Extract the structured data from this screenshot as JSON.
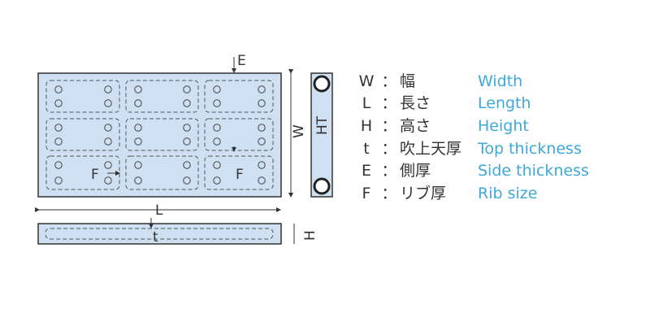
{
  "diagram": {
    "labels": {
      "E": "E",
      "W": "W",
      "L": "L",
      "H": "H",
      "t": "t",
      "F": "F",
      "side_view": "HT"
    },
    "colors": {
      "plate_fill": "#cfe0f2",
      "outline": "#333333",
      "accent": "#3ea8d9"
    }
  },
  "legend": [
    {
      "symbol": "W",
      "japanese": "幅",
      "english": "Width"
    },
    {
      "symbol": "L",
      "japanese": "長さ",
      "english": "Length"
    },
    {
      "symbol": "H",
      "japanese": "高さ",
      "english": "Height"
    },
    {
      "symbol": "t",
      "japanese": "吹上天厚",
      "english": "Top thickness"
    },
    {
      "symbol": "E",
      "japanese": "側厚",
      "english": "Side thickness"
    },
    {
      "symbol": "F",
      "japanese": "リブ厚",
      "english": "Rib size"
    }
  ],
  "separator": "："
}
